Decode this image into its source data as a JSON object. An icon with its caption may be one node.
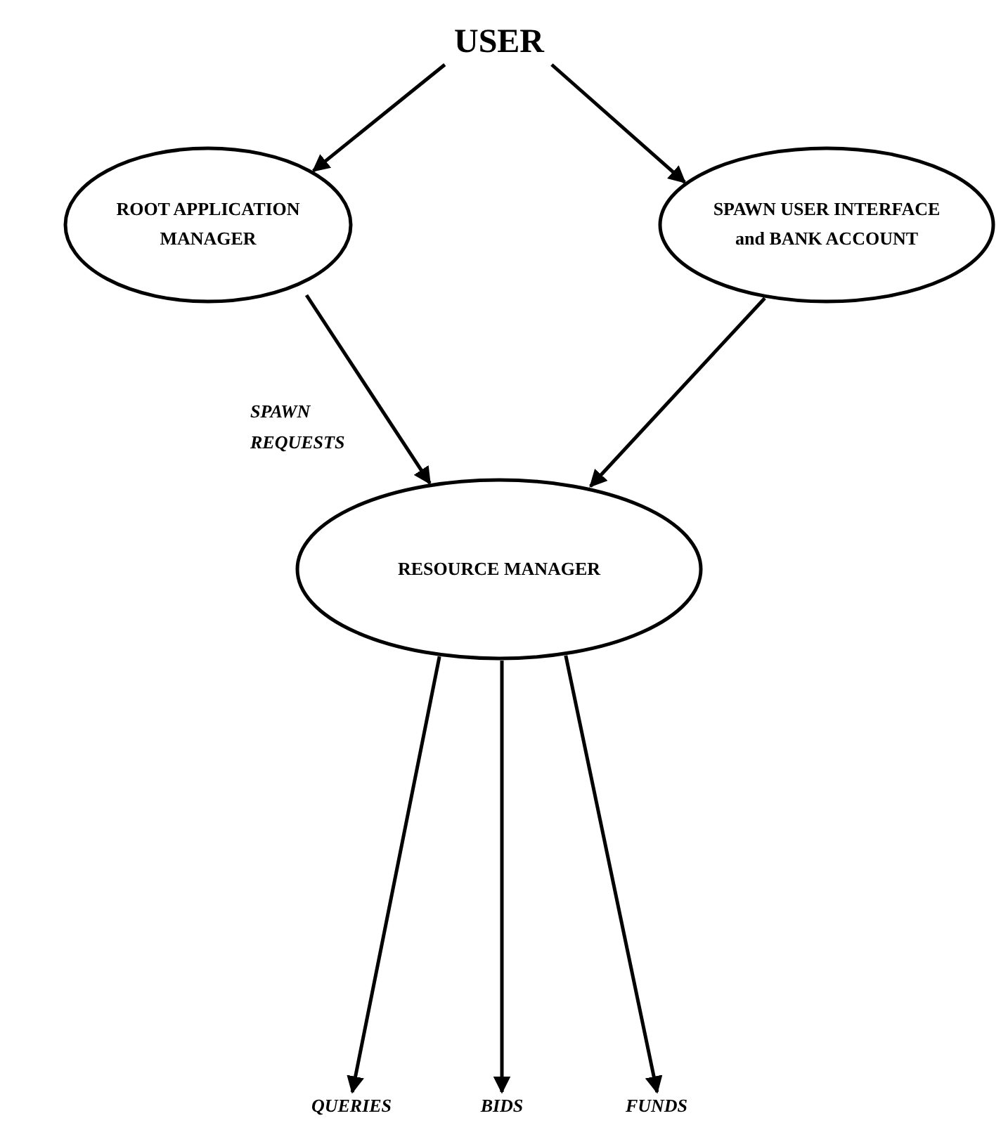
{
  "diagram": {
    "nodes": [
      {
        "text": [
          "USER"
        ]
      },
      {
        "text": [
          "ROOT APPLICATION MANAGER"
        ]
      },
      {
        "text": [
          "SPAWN USER INTERFACE and BANK ACCOUNT"
        ]
      },
      {
        "text": [
          "RESOURCE MANAGER"
        ]
      },
      {
        "text": [
          "QUERIES"
        ]
      },
      {
        "text": [
          "BIDS"
        ]
      },
      {
        "text": [
          "FUNDS"
        ]
      }
    ],
    "edges": [
      {
        "from": 0,
        "to": 1,
        "arrow": "to"
      },
      {
        "from": 0,
        "to": 2,
        "arrow": "to"
      },
      {
        "from": 1,
        "to": 3,
        "arrow": "to",
        "label": "SPAWN REQUESTS"
      },
      {
        "from": 2,
        "to": 3,
        "arrow": "to"
      },
      {
        "from": 3,
        "to": 4,
        "arrow": "to"
      },
      {
        "from": 3,
        "to": 5,
        "arrow": "to"
      },
      {
        "from": 3,
        "to": 6,
        "arrow": "to"
      }
    ]
  }
}
